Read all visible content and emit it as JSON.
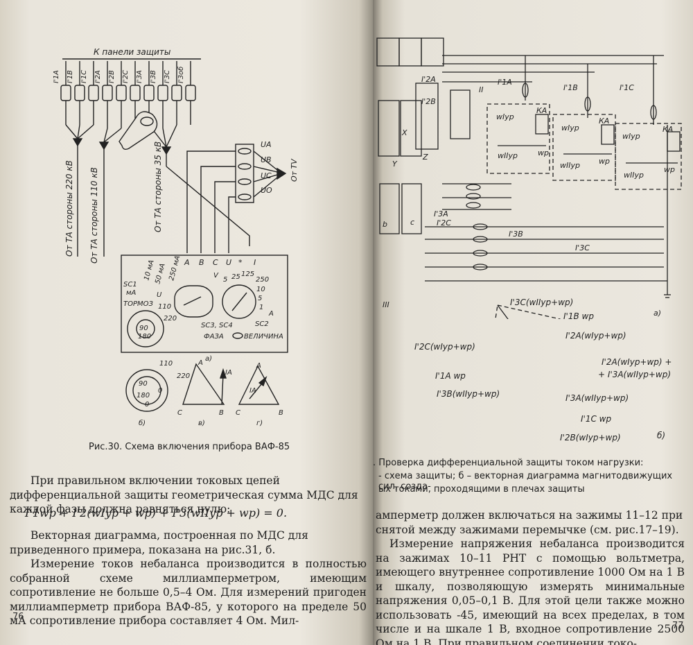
{
  "left_page": {
    "figure_labels": {
      "panel_header": "К панели защиты",
      "ct_220": "От ТА стороны 220 кВ",
      "ct_110": "От ТА стороны 110 кВ",
      "ct_35": "От ТА стороны 35 кВ",
      "tv": "От TV",
      "ua": "UA",
      "ub": "UB",
      "uc": "UC",
      "uo": "UO",
      "sc1": "SC1",
      "ma": "мА",
      "tormoz": "ТОРМОЗ",
      "r10": "10 мА",
      "r50": "50 мА",
      "r250": "250 мА",
      "v": "V",
      "u": "U",
      "a_letter": "A",
      "terms": [
        "A",
        "B",
        "C",
        "U",
        "*",
        "I"
      ],
      "sc34": "SC3, SC4",
      "sc2": "SC2",
      "faza": "ФАЗА",
      "velichina": "ВЕЛИЧИНА",
      "scale_v": [
        "5",
        "25",
        "125",
        "250"
      ],
      "scale_a": [
        "10",
        "5",
        "1"
      ],
      "dial": [
        "110",
        "220",
        "90",
        "0",
        "180"
      ],
      "sub_a": "а)",
      "sub_b": "б)",
      "sub_v": "в)",
      "sub_g": "г)",
      "ia": "IA",
      "tri": [
        "A",
        "B",
        "C"
      ],
      "lines": [
        "I'1A",
        "I'1B",
        "I'1C",
        "I'2A",
        "I'2B",
        "I'2C",
        "I'3A",
        "I'3B",
        "I'3C",
        "I'3об"
      ]
    },
    "caption": "Рис.30. Схема включения прибора ВАФ-85",
    "para1": "При правильном включении токовых цепей дифференциальной защиты геометрическая сумма МДС для каждой фазы должна равняться нулю:",
    "formula": "I'1wр + I'2(wIур + wр) + I'3(wIIур + wр) = 0.",
    "para2": "Векторная диаграмма, построенная по МДС для приведенного примера, показана на рис.31, б.",
    "para3": "Измерение токов небаланса производится в полностью собранной схеме миллиамперметром, имеющим сопротивление не больше 0,5–4 Ом. Для измерений пригоден миллиамперметр прибора ВАФ-85, у которого на пределе 50 мА сопротивление прибора составляет 4 Ом. Мил-",
    "page_number": "76"
  },
  "right_page": {
    "figure_labels": {
      "i2a": "I'2A",
      "i2b": "I'2B",
      "i1a": "I'1A",
      "i1b": "I'1B",
      "i1c": "I'1C",
      "i2c": "I'2C",
      "i3a": "I'3A",
      "i3b": "I'3B",
      "i3c": "I'3C",
      "roman2": "II",
      "roman3": "III",
      "ka": "КА",
      "wiur": "wIур",
      "wiiur": "wIIур",
      "wp": "wр",
      "x": "X",
      "y": "Y",
      "z": "Z",
      "b": "b",
      "c": "c",
      "sub_a": "а)",
      "sub_b": "б)"
    },
    "vectors": [
      "I'3C(wIIур+wр)",
      "I'1B wр",
      "I'2A(wIур+wр)",
      "I'2C(wIур+wр)",
      "I'2A(wIур+wр) +",
      "+ I'3A(wIIур+wр)",
      "I'1A wр",
      "I'3B(wIIур+wр)",
      "I'3A(wIIур+wр)",
      "I'1C wр",
      "I'2B(wIур+wр)"
    ],
    "caption_1": ". Проверка дифференциальной защиты током нагрузки:",
    "caption_2": "- схема защиты; б – векторная диаграмма магнитодвижущих сил, созда-",
    "caption_3": "ых токами, проходящими в плечах защиты",
    "para1": "амперметр должен включаться на зажимы 11–12 при снятой между зажимами перемычке (см. рис.17–19).",
    "para2": "Измерение напряжения небаланса производится на зажимах 10–11 РНТ с помощью вольтметра, имеющего внутреннее сопротивление 1000 Ом на 1 В и шкалу, позволяющую измерять минимальные напряжения 0,05–0,1 В. Для этой цели также можно использовать -45, имеющий на всех пределах, в том числе и на шкале 1 В, входное сопротивление 2500 Ом на 1 В. При правильном соединении токо-",
    "page_number": "77"
  }
}
